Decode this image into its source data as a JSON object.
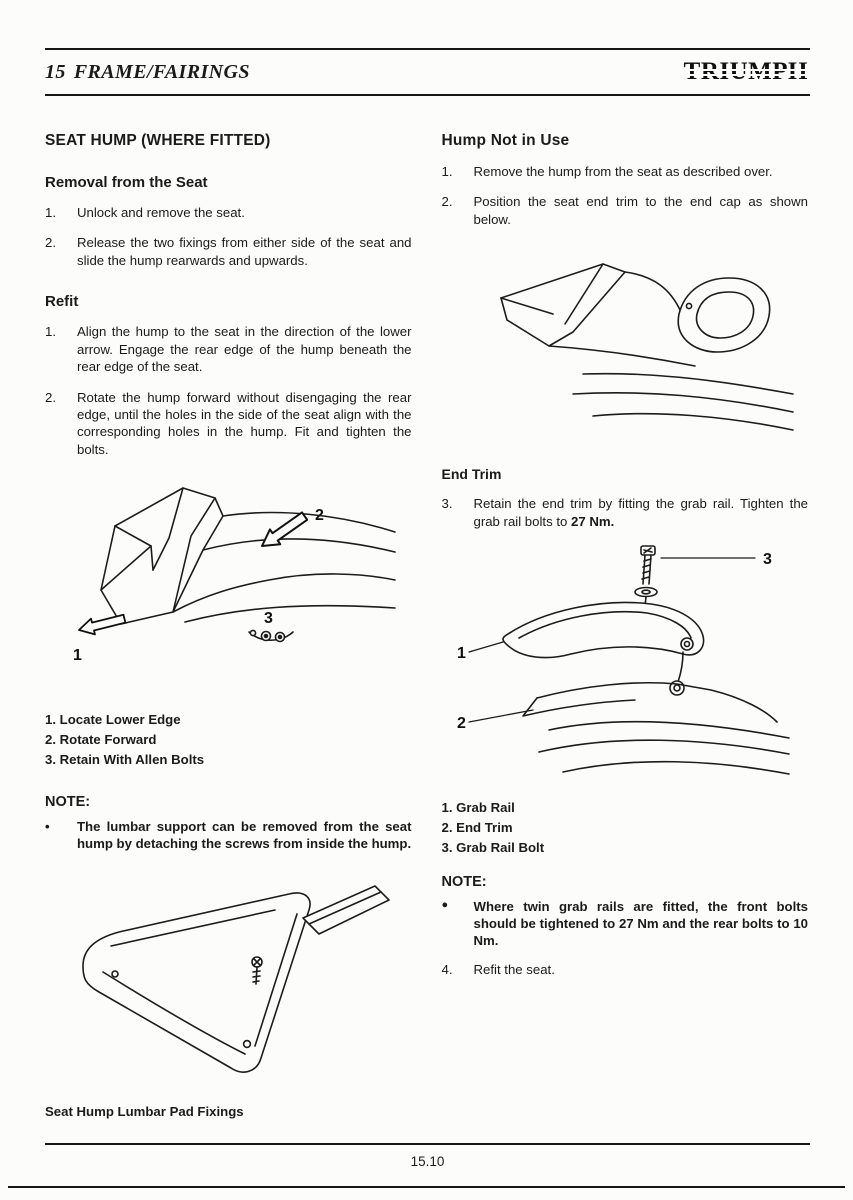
{
  "header": {
    "section_number": "15",
    "section_title": "FRAME/FAIRINGS",
    "brand": "TRIUMPH"
  },
  "left": {
    "title": "SEAT HUMP (WHERE FITTED)",
    "removal": {
      "heading": "Removal from the Seat",
      "steps": [
        {
          "num": "1.",
          "text": "Unlock and remove the seat."
        },
        {
          "num": "2.",
          "text": "Release the two fixings from either side of the seat and slide the hump rearwards and upwards."
        }
      ]
    },
    "refit": {
      "heading": "Refit",
      "steps": [
        {
          "num": "1.",
          "text": "Align the hump to the seat in the direction of the lower arrow.  Engage the rear edge of the hump beneath the rear edge of the seat."
        },
        {
          "num": "2.",
          "text": "Rotate the hump forward without disengaging the rear edge, until the holes in the side of the seat align with the corresponding holes in the hump.  Fit and tighten the bolts."
        }
      ]
    },
    "figure1": {
      "labels": [
        "1",
        "2",
        "3"
      ],
      "key": [
        "1. Locate Lower Edge",
        "2. Rotate Forward",
        "3. Retain With Allen Bolts"
      ]
    },
    "note": {
      "heading": "NOTE:",
      "bullet_char": "•",
      "text": "The lumbar support can be removed from the seat hump by detaching the screws from inside the hump."
    },
    "figure2_caption": "Seat Hump Lumbar Pad Fixings"
  },
  "right": {
    "title": "Hump Not in Use",
    "steps": [
      {
        "num": "1.",
        "text": "Remove the hump from the seat as described over."
      },
      {
        "num": "2.",
        "text": "Position the seat end trim to the end cap as shown below."
      }
    ],
    "end_trim": {
      "heading": "End Trim",
      "step_num": "3.",
      "text_before": "Retain the end trim by fitting the grab rail.  Tighten the grab rail bolts to ",
      "text_bold": "27 Nm."
    },
    "figure4": {
      "labels": [
        "1",
        "2",
        "3"
      ],
      "key": [
        "1. Grab Rail",
        "2. End Trim",
        "3. Grab Rail Bolt"
      ]
    },
    "note": {
      "heading": "NOTE:",
      "bullet_char": "●",
      "text": "Where twin grab rails are fitted, the front bolts should be tightened to 27 Nm and the rear bolts to 10 Nm."
    },
    "step4": {
      "num": "4.",
      "text": "Refit the seat."
    }
  },
  "footer": {
    "page_number": "15.10"
  }
}
